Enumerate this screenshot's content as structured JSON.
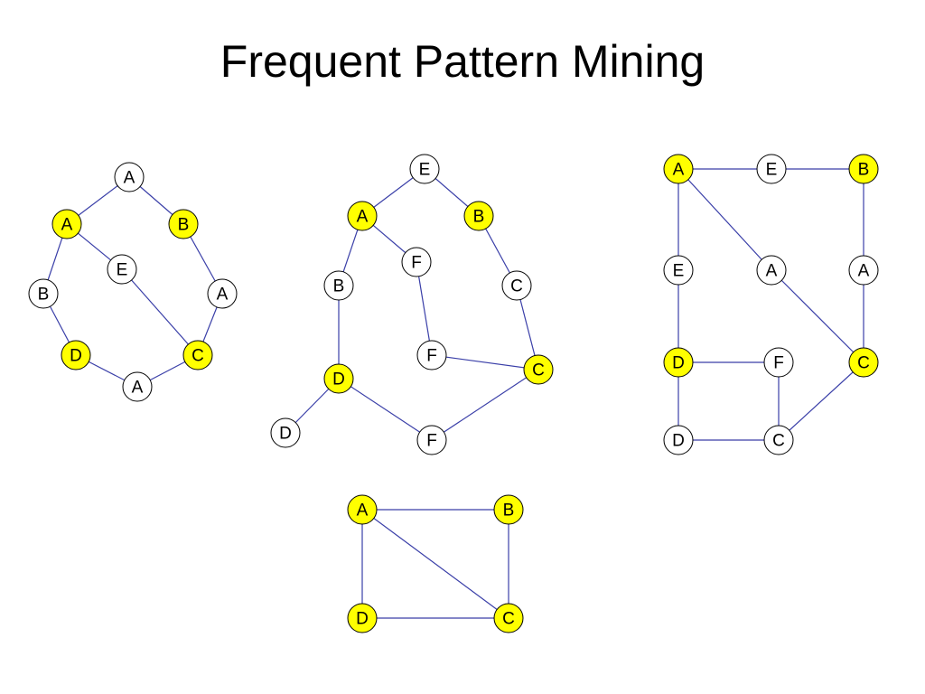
{
  "title": "Frequent Pattern Mining",
  "colors": {
    "highlight": "#ffff00",
    "plain": "#ffffff",
    "edge": "#3a3fa8",
    "outline": "#000000"
  },
  "graphs": [
    {
      "name": "graph-1",
      "nodes": [
        {
          "id": "g1n1",
          "label": "A",
          "highlighted": false
        },
        {
          "id": "g1n2",
          "label": "A",
          "highlighted": true
        },
        {
          "id": "g1n3",
          "label": "B",
          "highlighted": true
        },
        {
          "id": "g1n4",
          "label": "E",
          "highlighted": false
        },
        {
          "id": "g1n5",
          "label": "B",
          "highlighted": false
        },
        {
          "id": "g1n6",
          "label": "A",
          "highlighted": false
        },
        {
          "id": "g1n7",
          "label": "D",
          "highlighted": true
        },
        {
          "id": "g1n8",
          "label": "C",
          "highlighted": true
        },
        {
          "id": "g1n9",
          "label": "A",
          "highlighted": false
        }
      ],
      "edges": [
        [
          "g1n1",
          "g1n2"
        ],
        [
          "g1n1",
          "g1n3"
        ],
        [
          "g1n2",
          "g1n4"
        ],
        [
          "g1n2",
          "g1n5"
        ],
        [
          "g1n3",
          "g1n6"
        ],
        [
          "g1n4",
          "g1n8"
        ],
        [
          "g1n5",
          "g1n7"
        ],
        [
          "g1n6",
          "g1n8"
        ],
        [
          "g1n7",
          "g1n9"
        ],
        [
          "g1n9",
          "g1n8"
        ]
      ]
    },
    {
      "name": "graph-2",
      "nodes": [
        {
          "id": "g2n1",
          "label": "E",
          "highlighted": false
        },
        {
          "id": "g2n2",
          "label": "A",
          "highlighted": true
        },
        {
          "id": "g2n3",
          "label": "B",
          "highlighted": true
        },
        {
          "id": "g2n4",
          "label": "F",
          "highlighted": false
        },
        {
          "id": "g2n5",
          "label": "B",
          "highlighted": false
        },
        {
          "id": "g2n6",
          "label": "C",
          "highlighted": false
        },
        {
          "id": "g2n7",
          "label": "F",
          "highlighted": false
        },
        {
          "id": "g2n8",
          "label": "D",
          "highlighted": true
        },
        {
          "id": "g2n9",
          "label": "C",
          "highlighted": true
        },
        {
          "id": "g2n10",
          "label": "D",
          "highlighted": false
        },
        {
          "id": "g2n11",
          "label": "F",
          "highlighted": false
        }
      ],
      "edges": [
        [
          "g2n1",
          "g2n2"
        ],
        [
          "g2n1",
          "g2n3"
        ],
        [
          "g2n2",
          "g2n4"
        ],
        [
          "g2n2",
          "g2n5"
        ],
        [
          "g2n4",
          "g2n7"
        ],
        [
          "g2n3",
          "g2n6"
        ],
        [
          "g2n6",
          "g2n9"
        ],
        [
          "g2n7",
          "g2n9"
        ],
        [
          "g2n5",
          "g2n8"
        ],
        [
          "g2n8",
          "g2n10"
        ],
        [
          "g2n8",
          "g2n11"
        ],
        [
          "g2n11",
          "g2n9"
        ]
      ]
    },
    {
      "name": "graph-3",
      "nodes": [
        {
          "id": "g3n1",
          "label": "A",
          "highlighted": true
        },
        {
          "id": "g3n2",
          "label": "E",
          "highlighted": false
        },
        {
          "id": "g3n3",
          "label": "B",
          "highlighted": true
        },
        {
          "id": "g3n4",
          "label": "E",
          "highlighted": false
        },
        {
          "id": "g3n5",
          "label": "A",
          "highlighted": false
        },
        {
          "id": "g3n6",
          "label": "A",
          "highlighted": false
        },
        {
          "id": "g3n7",
          "label": "D",
          "highlighted": true
        },
        {
          "id": "g3n8",
          "label": "F",
          "highlighted": false
        },
        {
          "id": "g3n9",
          "label": "C",
          "highlighted": true
        },
        {
          "id": "g3n10",
          "label": "D",
          "highlighted": false
        },
        {
          "id": "g3n11",
          "label": "C",
          "highlighted": false
        }
      ],
      "edges": [
        [
          "g3n1",
          "g3n2"
        ],
        [
          "g3n2",
          "g3n3"
        ],
        [
          "g3n1",
          "g3n4"
        ],
        [
          "g3n1",
          "g3n5"
        ],
        [
          "g3n3",
          "g3n6"
        ],
        [
          "g3n4",
          "g3n7"
        ],
        [
          "g3n5",
          "g3n9"
        ],
        [
          "g3n6",
          "g3n9"
        ],
        [
          "g3n7",
          "g3n8"
        ],
        [
          "g3n7",
          "g3n10"
        ],
        [
          "g3n8",
          "g3n11"
        ],
        [
          "g3n10",
          "g3n11"
        ],
        [
          "g3n11",
          "g3n9"
        ]
      ]
    },
    {
      "name": "pattern-graph",
      "nodes": [
        {
          "id": "pn1",
          "label": "A",
          "highlighted": true
        },
        {
          "id": "pn2",
          "label": "B",
          "highlighted": true
        },
        {
          "id": "pn3",
          "label": "D",
          "highlighted": true
        },
        {
          "id": "pn4",
          "label": "C",
          "highlighted": true
        }
      ],
      "edges": [
        [
          "pn1",
          "pn2"
        ],
        [
          "pn1",
          "pn3"
        ],
        [
          "pn1",
          "pn4"
        ],
        [
          "pn2",
          "pn4"
        ],
        [
          "pn3",
          "pn4"
        ]
      ]
    }
  ]
}
